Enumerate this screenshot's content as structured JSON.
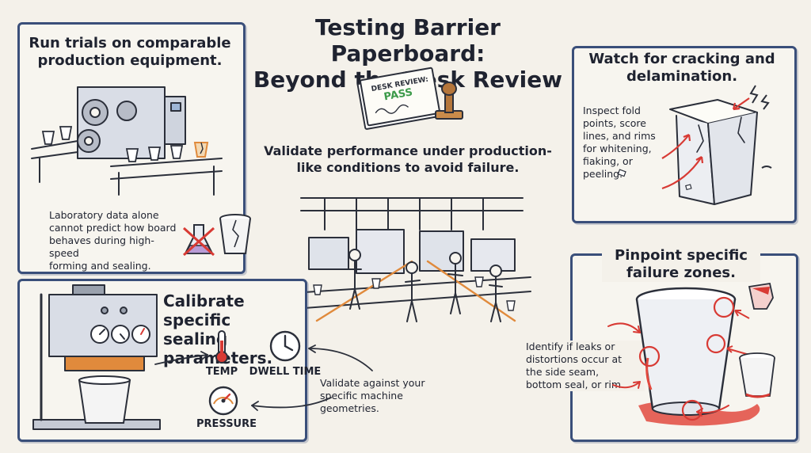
{
  "title": {
    "line1": "Testing Barrier Paperboard:",
    "line2": "Beyond the Desk Review"
  },
  "desk_review": {
    "label": "DESK REVIEW:",
    "status": "PASS"
  },
  "center_caption": {
    "line1": "Validate performance under production-",
    "line2": "like conditions to avoid failure."
  },
  "panel_trials": {
    "heading_line1": "Run trials on comparable",
    "heading_line2": "production equipment.",
    "body_line1": "Laboratory data alone",
    "body_line2": "cannot predict how board",
    "body_line3": "behaves during high-speed",
    "body_line4": "forming and sealing."
  },
  "panel_cracking": {
    "heading_line1": "Watch for cracking and",
    "heading_line2": "delamination.",
    "body_line1": "Inspect fold",
    "body_line2": "points, score",
    "body_line3": "lines, and rims",
    "body_line4": "for whitening,",
    "body_line5": "fiaking, or",
    "body_line6": "peeling."
  },
  "panel_sealing": {
    "heading_line1": "Calibrate specific",
    "heading_line2": "sealing parameters.",
    "temp_label": "TEMP",
    "dwell_label": "DWELL TIME",
    "pressure_label": "PRESSURE",
    "body_line1": "Validate against your",
    "body_line2": "specific machine",
    "body_line3": "geometries."
  },
  "panel_failure": {
    "heading_line1": "Pinpoint specific",
    "heading_line2": "failure zones.",
    "body_line1": "Identify if leaks or",
    "body_line2": "distortions occur at",
    "body_line3": "the side seam,",
    "body_line4": "bottom seal, or rim."
  },
  "colors": {
    "frame": "#3a4f7a",
    "accent_red": "#d83a34",
    "pass_green": "#3c9a4a",
    "heater_orange": "#e08a3c",
    "paper": "#f4f1ea"
  },
  "icons": {
    "thermometer": "thermometer-icon",
    "clock": "clock-icon",
    "gauge": "pressure-gauge-icon",
    "flask": "crossed-flask-icon",
    "cracked_cup": "cracked-cup-icon",
    "stamp": "stamp-icon"
  }
}
